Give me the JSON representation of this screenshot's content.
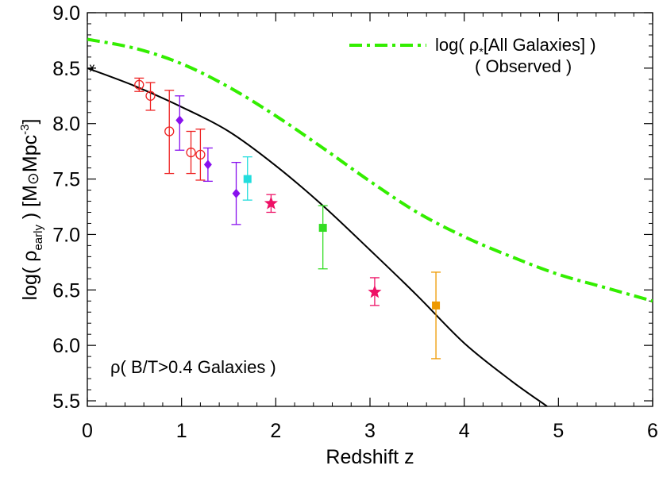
{
  "chart_data": {
    "type": "scatter",
    "title": "",
    "xlabel": "Redshift  z",
    "ylabel": {
      "pre": "log( ρ",
      "sub": "early",
      "mid": " )  [M",
      "sun": "⊙",
      "unit": "Mpc",
      "sup": "-3",
      "post": "]"
    },
    "xlim": [
      0,
      6
    ],
    "ylim": [
      5.45,
      9.0
    ],
    "x_ticks": [
      0,
      1,
      2,
      3,
      4,
      5,
      6
    ],
    "y_ticks": [
      5.5,
      6.0,
      6.5,
      7.0,
      7.5,
      8.0,
      8.5,
      9.0
    ],
    "x_tick_labels": [
      "0",
      "1",
      "2",
      "3",
      "4",
      "5",
      "6"
    ],
    "y_tick_labels": [
      "5.5",
      "6.0",
      "6.5",
      "7.0",
      "7.5",
      "8.0",
      "8.5",
      "9.0"
    ],
    "legend": {
      "position": "top-right",
      "line1_pre": "log( ρ",
      "line1_sub": "*",
      "line1_post": "[All Galaxies] )",
      "line2": "( Observed )"
    },
    "annotation": "ρ( B/T>0.4 Galaxies )",
    "curves": [
      {
        "id": "early",
        "color": "#000000",
        "style": "solid",
        "x": [
          0,
          0.5,
          1.0,
          1.5,
          2.0,
          2.5,
          3.0,
          3.5,
          4.0,
          4.5,
          4.88
        ],
        "y": [
          8.5,
          8.34,
          8.15,
          7.93,
          7.62,
          7.26,
          6.86,
          6.45,
          6.02,
          5.68,
          5.45
        ]
      },
      {
        "id": "all-observed",
        "color": "#33ee00",
        "style": "dash-dot",
        "x": [
          0,
          0.5,
          1.0,
          1.5,
          2.0,
          2.5,
          3.0,
          3.5,
          4.0,
          4.5,
          5.0,
          5.5,
          6.0
        ],
        "y": [
          8.76,
          8.68,
          8.54,
          8.33,
          8.07,
          7.78,
          7.48,
          7.2,
          6.98,
          6.8,
          6.64,
          6.52,
          6.4
        ]
      }
    ],
    "series": [
      {
        "marker": "open-circle",
        "color": "#ee2222",
        "points": [
          {
            "x": 0.55,
            "y": 8.35,
            "lo": 8.29,
            "hi": 8.41
          },
          {
            "x": 0.67,
            "y": 8.25,
            "lo": 8.12,
            "hi": 8.37
          },
          {
            "x": 0.87,
            "y": 7.93,
            "lo": 7.55,
            "hi": 8.3
          },
          {
            "x": 1.1,
            "y": 7.74,
            "lo": 7.55,
            "hi": 7.93
          },
          {
            "x": 1.2,
            "y": 7.72,
            "lo": 7.49,
            "hi": 7.95
          }
        ]
      },
      {
        "marker": "filled-diamond",
        "color": "#8811ee",
        "points": [
          {
            "x": 0.98,
            "y": 8.03,
            "lo": 7.76,
            "hi": 8.25
          },
          {
            "x": 1.28,
            "y": 7.63,
            "lo": 7.48,
            "hi": 7.78
          },
          {
            "x": 1.58,
            "y": 7.37,
            "lo": 7.09,
            "hi": 7.65
          }
        ]
      },
      {
        "marker": "filled-square",
        "color": "#22dddd",
        "points": [
          {
            "x": 1.7,
            "y": 7.5,
            "lo": 7.31,
            "hi": 7.7
          }
        ]
      },
      {
        "marker": "filled-star",
        "color": "#ee1166",
        "points": [
          {
            "x": 1.95,
            "y": 7.28,
            "lo": 7.2,
            "hi": 7.36
          },
          {
            "x": 3.05,
            "y": 6.48,
            "lo": 6.36,
            "hi": 6.61
          }
        ]
      },
      {
        "marker": "filled-square",
        "color": "#33dd22",
        "points": [
          {
            "x": 2.5,
            "y": 7.06,
            "lo": 6.69,
            "hi": 7.26
          }
        ]
      },
      {
        "marker": "filled-square",
        "color": "#ee9900",
        "points": [
          {
            "x": 3.7,
            "y": 6.36,
            "lo": 5.88,
            "hi": 6.66
          }
        ]
      },
      {
        "marker": "asterisk",
        "color": "#000000",
        "points": [
          {
            "x": 0.05,
            "y": 8.5
          }
        ]
      }
    ]
  }
}
